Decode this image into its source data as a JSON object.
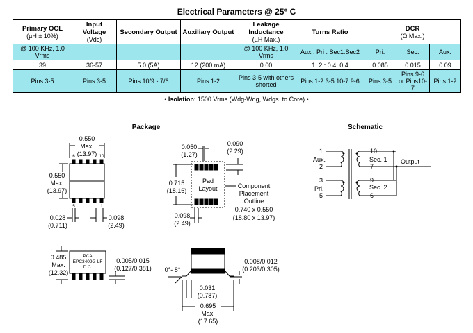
{
  "title": "Electrical Parameters @ 25° C",
  "table": {
    "headers": [
      {
        "main": "Primary OCL",
        "sub": "(µH ± 10%)"
      },
      {
        "main": "Input Voltage",
        "sub": "(Vdc)"
      },
      {
        "main": "Secondary Output",
        "sub": ""
      },
      {
        "main": "Auxiliary Output",
        "sub": ""
      },
      {
        "main": "Leakage Inductance",
        "sub": "(µH Max.)"
      },
      {
        "main": "Turns Ratio",
        "sub": ""
      },
      {
        "main": "DCR",
        "sub": "(Ω Max.)"
      }
    ],
    "conditions": [
      "@ 100 KHz, 1.0 Vrms",
      "",
      "",
      "",
      "@ 100 KHz, 1.0 Vrms",
      "Aux : Pri : Sec1:Sec2",
      "Pri.",
      "Sec.",
      "Aux."
    ],
    "values": [
      "39",
      "36-57",
      "5.0  (5A)",
      "12 (200 mA)",
      "0.60",
      "1: 2 : 0.4: 0.4",
      "0.085",
      "0.015",
      "0.09"
    ],
    "pins": [
      "Pins 3-5",
      "Pins 3-5",
      "Pins 10/9 - 7/6",
      "Pins 1-2",
      "Pins 3-5 with others shorted",
      "Pins 1-2:3-5:10-7:9-6",
      "Pins 3-5",
      "Pins 9-6 or Pins10-7",
      "Pins 1-2"
    ]
  },
  "isolation": {
    "label": "Isolation",
    "text": ": 1500 Vrms (Wdg-Wdg, Wdgs. to Core)"
  },
  "package": {
    "title": "Package",
    "dims": {
      "top_width": [
        "0.550",
        "Max.",
        "(13.97)"
      ],
      "side_height": [
        "0.550",
        "Max.",
        "(13.97)"
      ],
      "pin_pitch": [
        "0.028",
        "(0.711)"
      ],
      "pin_width": [
        "0.098",
        "(2.49)"
      ],
      "pad_pitch": [
        "0.050",
        "(1.27)"
      ],
      "pad_size": [
        "0.090",
        "(2.29)"
      ],
      "layout_height": [
        "0.715",
        "(18.16)"
      ],
      "layout_pitch": [
        "0.098",
        "(2.49)"
      ],
      "pad_layout": [
        "Pad",
        "Layout"
      ],
      "placement": [
        "Component",
        "Placement",
        "Outline",
        "0.740 x 0.550",
        "(18.80 x 13.97)"
      ],
      "height": [
        "0.485",
        "Max.",
        "(12.32)"
      ],
      "marking": [
        "PCA",
        "EPC3409G-LF",
        "D.C."
      ],
      "lead_thk": [
        "0.005/0.015",
        "(0.127/0.381)"
      ],
      "angle": "0°- 8°",
      "standoff": [
        "0.008/0.012",
        "(0.203/0.305)"
      ],
      "foot": [
        "0.031",
        "(0.787)"
      ],
      "total_width": [
        "0.695",
        "Max.",
        "(17.65)"
      ],
      "pins_top": [
        "6",
        "10"
      ],
      "pins_bottom": [
        "5",
        "1"
      ]
    }
  },
  "schematic": {
    "title": "Schematic",
    "pins_left": [
      "1",
      "2",
      "3",
      "5"
    ],
    "pins_right": [
      "10",
      "7",
      "9",
      "6"
    ],
    "labels": [
      "Aux.",
      "Pri.",
      "Sec. 1",
      "Sec. 2",
      "Output"
    ]
  }
}
